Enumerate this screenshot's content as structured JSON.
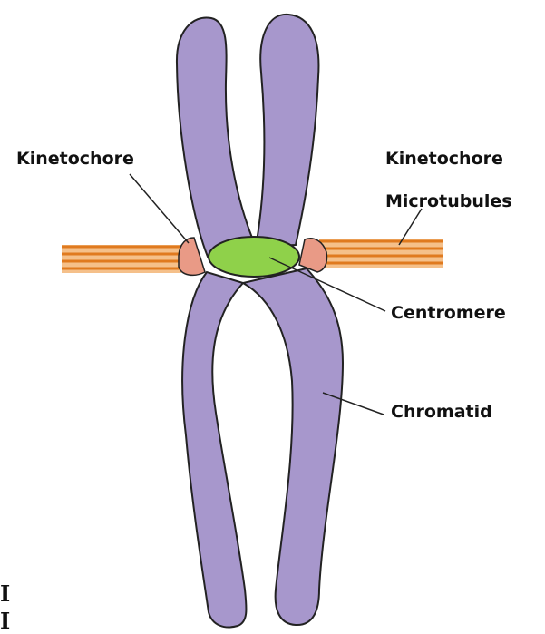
{
  "labels": {
    "kinetochore": "Kinetochore",
    "microtubules_line1": "Kinetochore",
    "microtubules_line2": "Microtubules",
    "centromere": "Centromere",
    "chromatid": "Chromatid"
  },
  "edge_marks": [
    "I",
    "I"
  ],
  "colors": {
    "chromatid_fill": "#A797CC",
    "chromatid_outline": "#222222",
    "centromere_fill": "#8FD14A",
    "kinetochore_fill": "#E99A86",
    "microtubule": "#E07A1F",
    "microtubule_light": "#F5C08A",
    "leader_line": "#222222"
  }
}
